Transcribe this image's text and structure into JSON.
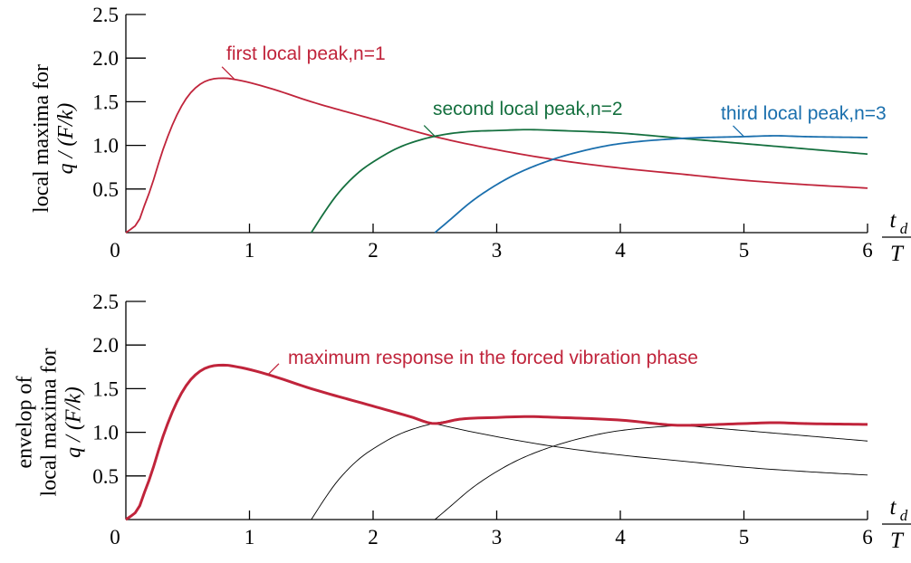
{
  "chart_data": [
    {
      "type": "line",
      "ylabel": {
        "line1": "local maxima for",
        "line2": "q / (F/k)"
      },
      "xlabel": {
        "numerator": "t",
        "subscript": "d",
        "denominator": "T"
      },
      "xlim": [
        0,
        6
      ],
      "ylim": [
        0,
        2.5
      ],
      "xticks": [
        "0",
        "1",
        "2",
        "3",
        "4",
        "5",
        "6"
      ],
      "yticks": [
        "0.5",
        "1.0",
        "1.5",
        "2.0",
        "2.5"
      ],
      "grid": false,
      "series": [
        {
          "name": "first local peak,n=1",
          "color": "#c0243b",
          "x": [
            0,
            0.05,
            0.1,
            0.15,
            0.2,
            0.3,
            0.4,
            0.5,
            0.6,
            0.7,
            0.8,
            0.9,
            1.0,
            1.2,
            1.5,
            2.0,
            2.5,
            3.0,
            3.5,
            4.0,
            4.5,
            5.0,
            5.5,
            6.0
          ],
          "y": [
            0,
            0.05,
            0.12,
            0.31,
            0.5,
            0.95,
            1.31,
            1.56,
            1.7,
            1.76,
            1.77,
            1.75,
            1.72,
            1.64,
            1.5,
            1.3,
            1.1,
            0.95,
            0.83,
            0.74,
            0.67,
            0.6,
            0.55,
            0.51
          ]
        },
        {
          "name": "second local peak,n=2",
          "color": "#15703f",
          "x": [
            1.5,
            1.6,
            1.7,
            1.8,
            1.9,
            2.0,
            2.2,
            2.4,
            2.6,
            2.8,
            3.0,
            3.25,
            3.5,
            4.0,
            4.5,
            5.0,
            5.5,
            6.0
          ],
          "y": [
            0,
            0.22,
            0.42,
            0.58,
            0.71,
            0.81,
            0.97,
            1.07,
            1.13,
            1.16,
            1.17,
            1.18,
            1.17,
            1.14,
            1.08,
            1.02,
            0.96,
            0.9
          ]
        },
        {
          "name": "third local peak,n=3",
          "color": "#1a6fad",
          "x": [
            2.5,
            2.6,
            2.8,
            3.0,
            3.2,
            3.5,
            3.8,
            4.0,
            4.5,
            5.0,
            5.25,
            5.5,
            6.0
          ],
          "y": [
            0,
            0.12,
            0.36,
            0.55,
            0.7,
            0.86,
            0.97,
            1.02,
            1.08,
            1.1,
            1.11,
            1.1,
            1.09
          ]
        }
      ],
      "annotations": [
        {
          "text": "first local peak,n=1",
          "series": 0
        },
        {
          "text": "second local peak,n=2",
          "series": 1
        },
        {
          "text": "third local peak,n=3",
          "series": 2
        }
      ]
    },
    {
      "type": "line",
      "ylabel": {
        "line0": "envelop of",
        "line1": "local maxima for",
        "line2": "q / (F/k)"
      },
      "xlabel": {
        "numerator": "t",
        "subscript": "d",
        "denominator": "T"
      },
      "xlim": [
        0,
        6
      ],
      "ylim": [
        0,
        2.5
      ],
      "xticks": [
        "0",
        "1",
        "2",
        "3",
        "4",
        "5",
        "6"
      ],
      "yticks": [
        "0.5",
        "1.0",
        "1.5",
        "2.0",
        "2.5"
      ],
      "grid": false,
      "thin_color": "#000000",
      "series": [
        {
          "name": "maximum response in the forced vibration phase",
          "color": "#c0243b",
          "x": [
            0,
            0.05,
            0.1,
            0.15,
            0.2,
            0.3,
            0.4,
            0.5,
            0.6,
            0.7,
            0.8,
            0.9,
            1.0,
            1.2,
            1.5,
            2.0,
            2.3,
            2.5,
            2.7,
            3.0,
            3.25,
            3.5,
            4.0,
            4.5,
            5.0,
            5.25,
            5.5,
            6.0
          ],
          "y": [
            0,
            0.05,
            0.12,
            0.31,
            0.5,
            0.95,
            1.31,
            1.56,
            1.7,
            1.76,
            1.77,
            1.75,
            1.72,
            1.64,
            1.5,
            1.3,
            1.18,
            1.1,
            1.15,
            1.17,
            1.18,
            1.17,
            1.14,
            1.08,
            1.1,
            1.11,
            1.1,
            1.09
          ]
        }
      ],
      "annotations": [
        {
          "text": "maximum response in the forced vibration phase",
          "series": 0
        }
      ]
    }
  ]
}
